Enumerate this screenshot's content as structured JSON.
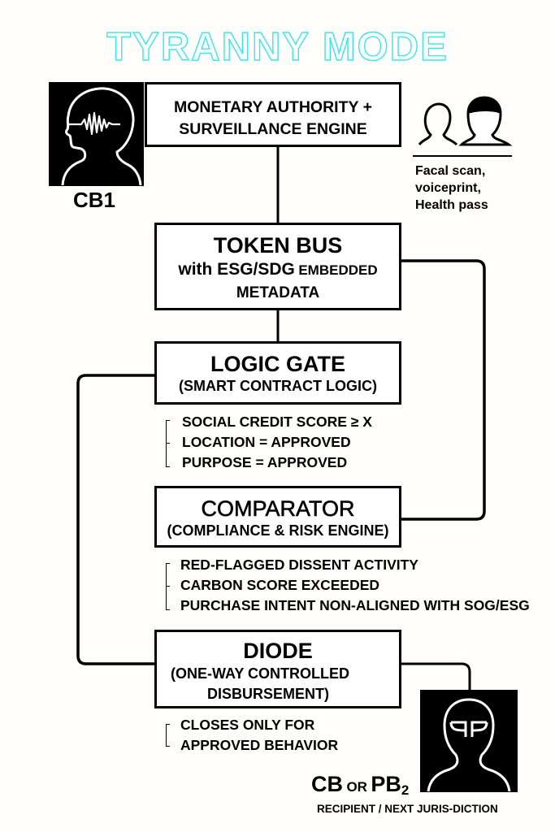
{
  "title": "TYRANNY MODE",
  "colors": {
    "title_outline": "#39e6ee",
    "ink": "#000000",
    "paper": "#fffefa"
  },
  "cb1": {
    "icon": "head-brainwave-icon",
    "label": "CB1"
  },
  "monetary_box": {
    "line1": "MONETARY AUTHORITY +",
    "line2": "SURVEILLANCE ENGINE"
  },
  "biometrics": {
    "icon": "two-person-silhouettes-icon",
    "lines": [
      "Facal scan,",
      "voiceprint,",
      "Health pass"
    ]
  },
  "token_bus": {
    "title": "TOKEN BUS",
    "sub_bold": "with ESG/SDG",
    "sub_light": "EMBEDDED",
    "line3": "METADATA"
  },
  "logic_gate": {
    "title": "LOGIC GATE",
    "subtitle": "(SMART CONTRACT LOGIC)",
    "conditions": [
      "SOCIAL CREDIT SCORE ≥ X",
      "LOCATION = APPROVED",
      "PURPOSE = APPROVED"
    ]
  },
  "comparator": {
    "title": "COMPARATOR",
    "subtitle": "(COMPLIANCE & RISK ENGINE)",
    "flags": [
      "RED-FLAGGED DISSENT ACTIVITY",
      "CARBON SCORE EXCEEDED",
      "PURCHASE INTENT NON-ALIGNED WITH SOG/ESG"
    ]
  },
  "diode": {
    "title": "DIODE",
    "line1": "(ONE-WAY CONTROLLED",
    "line2": "DISBURSEMENT)",
    "notes": [
      "CLOSES ONLY FOR",
      "APPROVED BEHAVIOR"
    ]
  },
  "recipient": {
    "icon": "masked-person-icon",
    "label_cb": "CB",
    "label_or": "OR",
    "label_pb": "PB",
    "label_sub": "2",
    "caption": "RECIPIENT / NEXT JURIS-DICTION"
  }
}
